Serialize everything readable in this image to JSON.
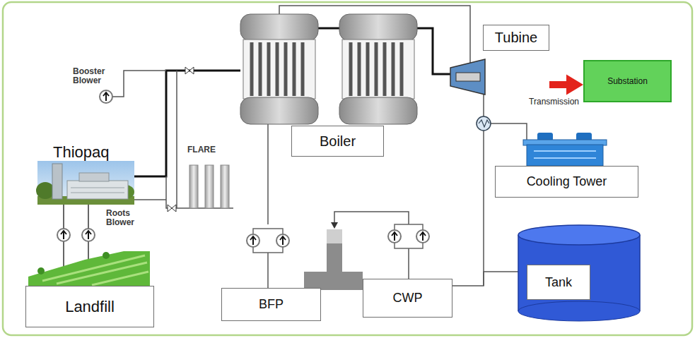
{
  "diagram": {
    "nodes": [
      {
        "text": [
          "Tubine"
        ]
      },
      {
        "text": [
          "Thiopaq"
        ]
      },
      {
        "text": [
          "Substation"
        ]
      },
      {
        "text": [
          "Boiler"
        ]
      },
      {
        "text": [
          "Cooling Tower"
        ]
      },
      {
        "text": [
          "Tank"
        ]
      },
      {
        "text": [
          "CWP"
        ]
      },
      {
        "text": [
          "Landfill"
        ]
      },
      {
        "text": [
          "BFP"
        ]
      }
    ],
    "edges": [
      {
        "from": 7,
        "to": 1,
        "arrow": "none"
      },
      {
        "from": 7,
        "to": 1,
        "arrow": "none"
      },
      {
        "from": 1,
        "to": 3,
        "arrow": "none"
      },
      {
        "from": 3,
        "to": 0,
        "arrow": "none"
      },
      {
        "from": 0,
        "to": 2,
        "label": "Transmission",
        "arrow": "to"
      },
      {
        "from": 8,
        "to": 3,
        "arrow": "none"
      },
      {
        "from": 6,
        "to": 5,
        "arrow": "none"
      }
    ],
    "labels": [
      "Booster Blower",
      "FLARE",
      "Roots Blower"
    ]
  }
}
